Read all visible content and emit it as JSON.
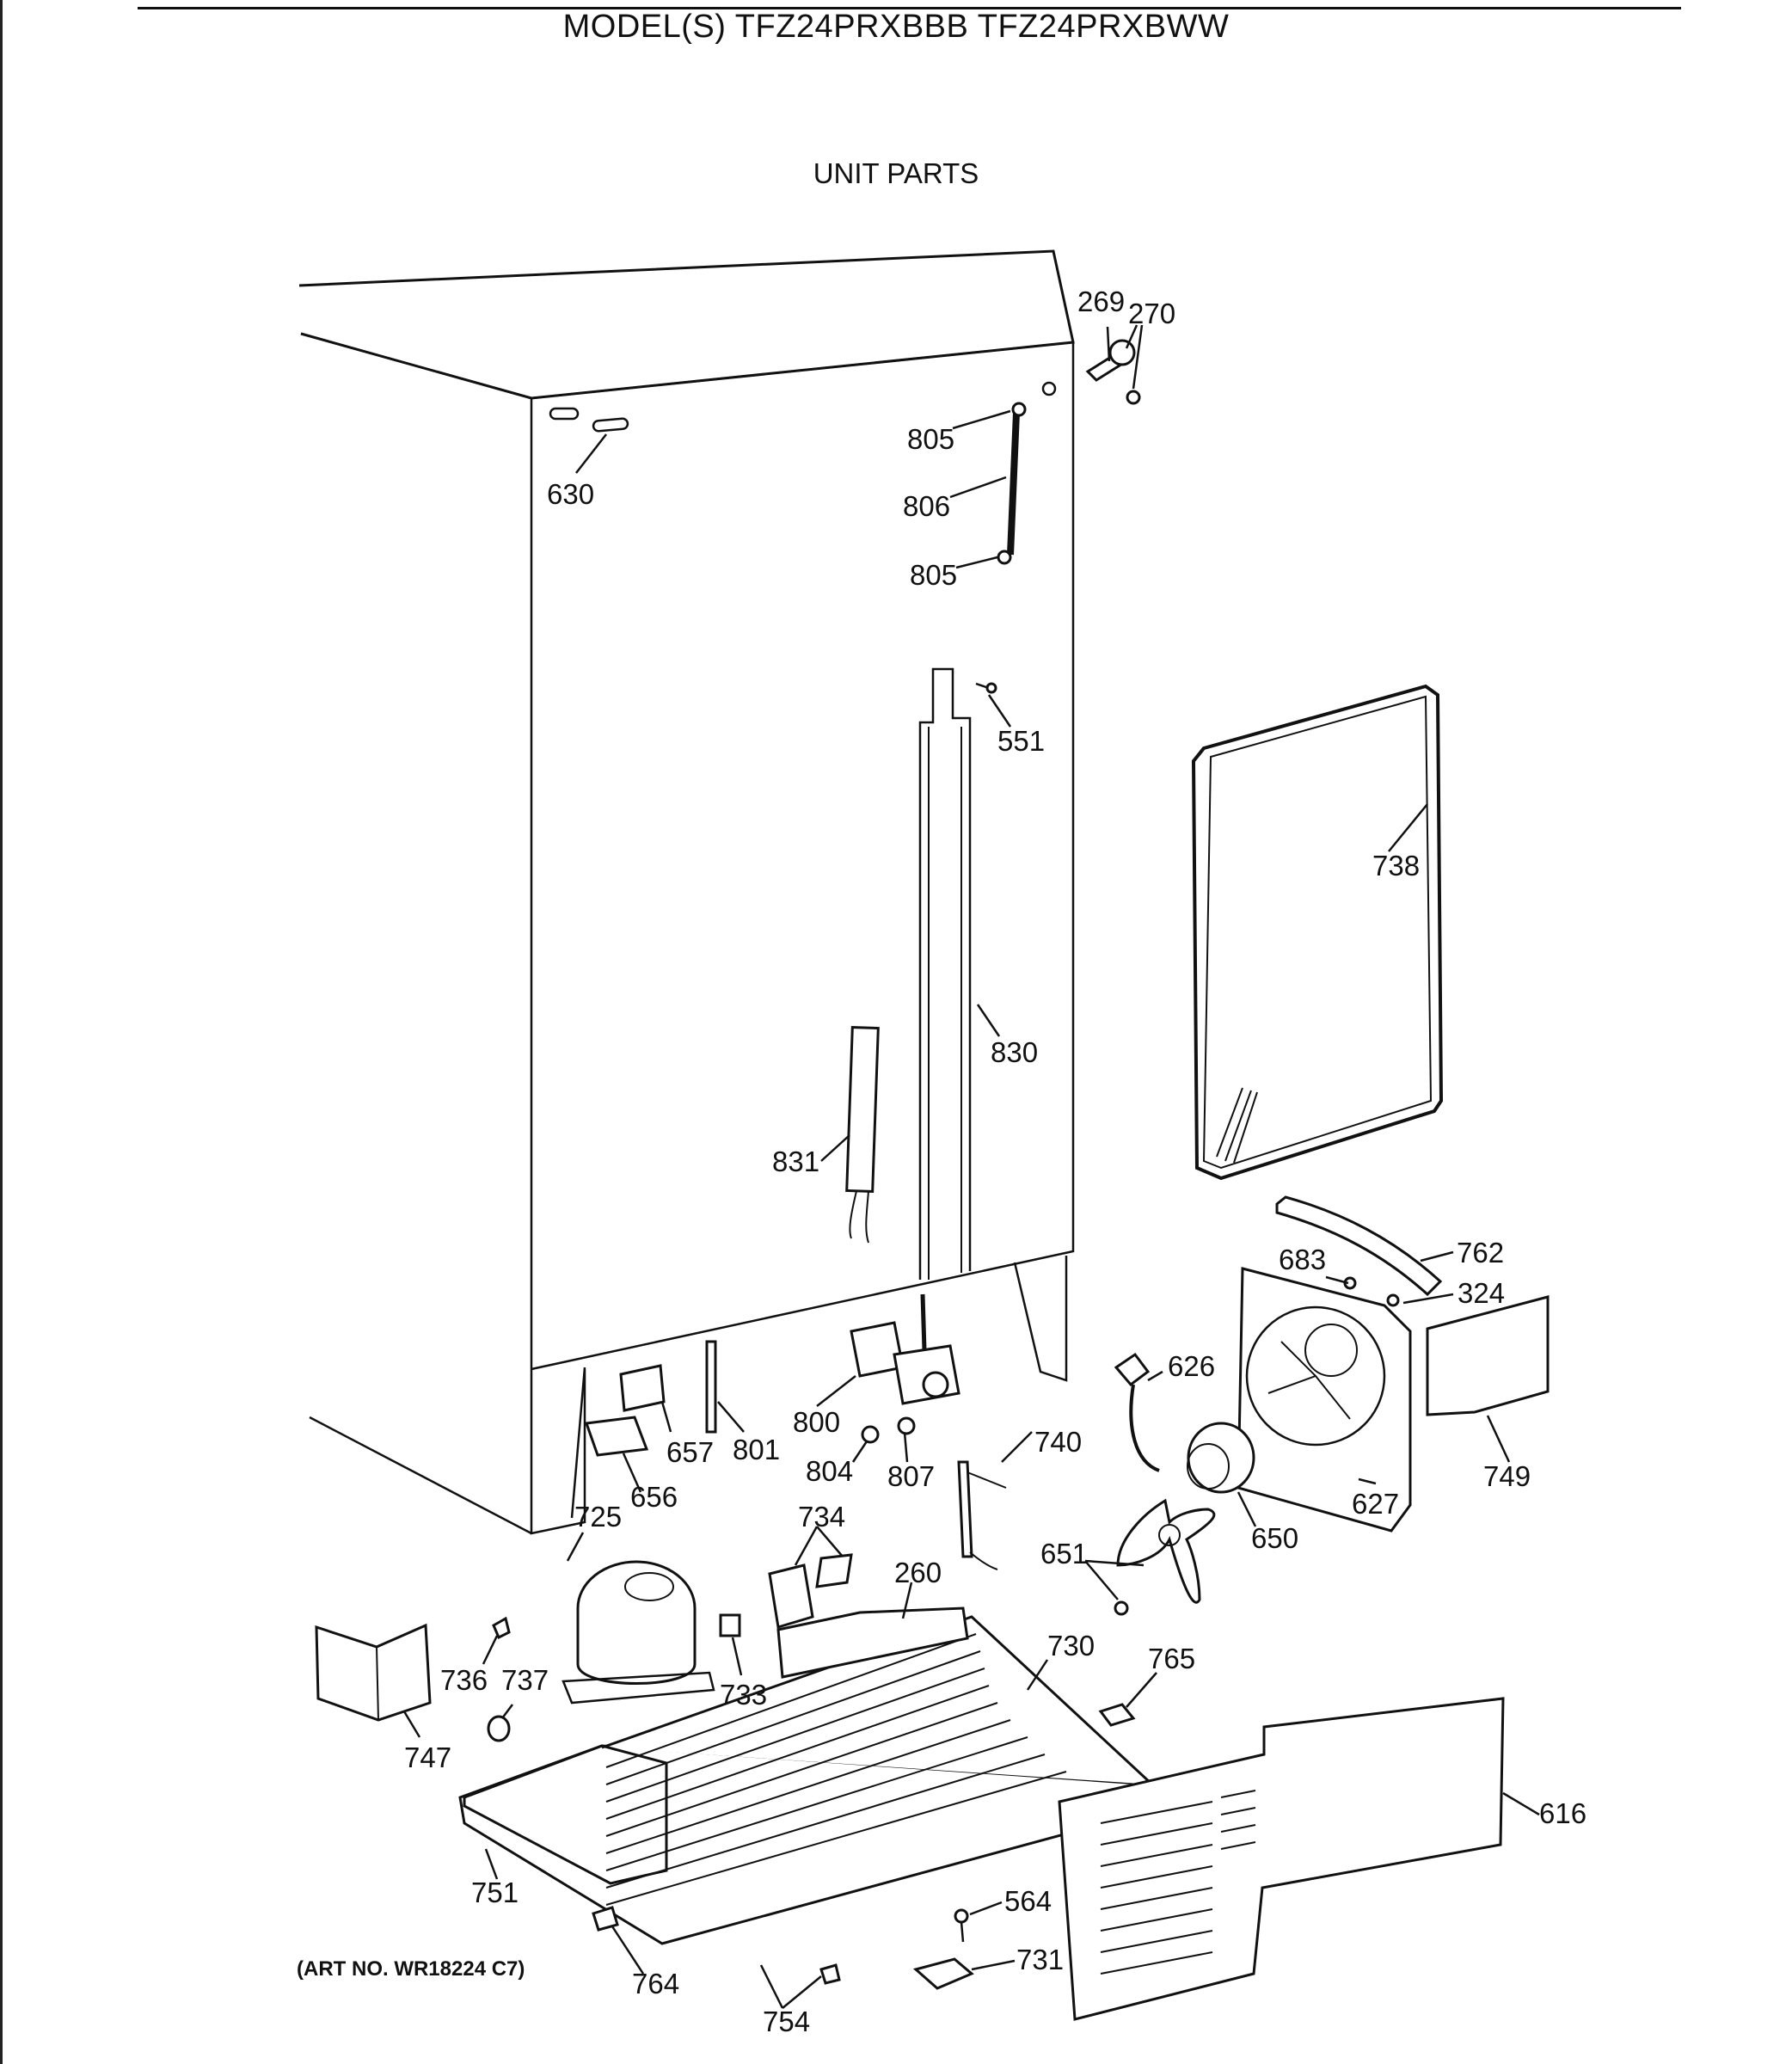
{
  "header": {
    "model_title": "MODEL(S) TFZ24PRXBBB  TFZ24PRXBWW",
    "section_title": "UNIT PARTS"
  },
  "footer": {
    "art_no": "(ART NO. WR18224 C7)"
  },
  "callouts": [
    {
      "id": "269",
      "text": "269"
    },
    {
      "id": "270",
      "text": "270"
    },
    {
      "id": "630",
      "text": "630"
    },
    {
      "id": "805a",
      "text": "805"
    },
    {
      "id": "806",
      "text": "806"
    },
    {
      "id": "805b",
      "text": "805"
    },
    {
      "id": "551",
      "text": "551"
    },
    {
      "id": "738",
      "text": "738"
    },
    {
      "id": "830",
      "text": "830"
    },
    {
      "id": "831",
      "text": "831"
    },
    {
      "id": "762",
      "text": "762"
    },
    {
      "id": "683",
      "text": "683"
    },
    {
      "id": "324",
      "text": "324"
    },
    {
      "id": "626",
      "text": "626"
    },
    {
      "id": "749",
      "text": "749"
    },
    {
      "id": "627",
      "text": "627"
    },
    {
      "id": "657",
      "text": "657"
    },
    {
      "id": "801",
      "text": "801"
    },
    {
      "id": "800",
      "text": "800"
    },
    {
      "id": "656",
      "text": "656"
    },
    {
      "id": "804",
      "text": "804"
    },
    {
      "id": "807",
      "text": "807"
    },
    {
      "id": "740",
      "text": "740"
    },
    {
      "id": "650",
      "text": "650"
    },
    {
      "id": "725",
      "text": "725"
    },
    {
      "id": "734",
      "text": "734"
    },
    {
      "id": "651",
      "text": "651"
    },
    {
      "id": "260",
      "text": "260"
    },
    {
      "id": "730",
      "text": "730"
    },
    {
      "id": "765",
      "text": "765"
    },
    {
      "id": "736",
      "text": "736"
    },
    {
      "id": "737",
      "text": "737"
    },
    {
      "id": "733",
      "text": "733"
    },
    {
      "id": "747",
      "text": "747"
    },
    {
      "id": "616",
      "text": "616"
    },
    {
      "id": "751",
      "text": "751"
    },
    {
      "id": "564",
      "text": "564"
    },
    {
      "id": "731",
      "text": "731"
    },
    {
      "id": "764",
      "text": "764"
    },
    {
      "id": "754",
      "text": "754"
    }
  ]
}
